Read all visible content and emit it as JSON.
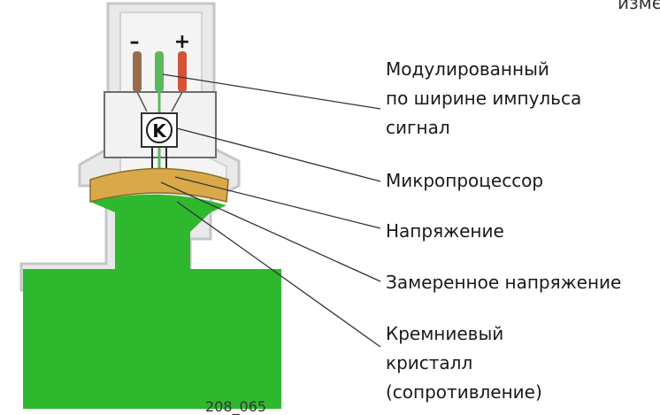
{
  "labels": {
    "pwm_line1": "Модулированный",
    "pwm_line2": "по ширине импульса",
    "pwm_line3": "сигнал",
    "microprocessor": "Микропроцессор",
    "voltage": "Напряжение",
    "measured_voltage": "Замеренное напряжение",
    "crystal_line1": "Кремниевый",
    "crystal_line2": "кристалл",
    "crystal_line3": "(сопротивление)"
  },
  "symbols": {
    "minus": "–",
    "plus": "+",
    "chip": "K"
  },
  "cut_text": {
    "top_right": "измє",
    "figure_number": "208_065"
  },
  "colors": {
    "housing_fill": "#e9e9e9",
    "housing_stroke": "#c6c6c6",
    "substrate_green": "#2eb82e",
    "crystal_orange": "#d9a949",
    "wire_brown": "#9a6b4b",
    "wire_green": "#5cb85c",
    "wire_red": "#d2553a",
    "leader_line": "#333333"
  }
}
